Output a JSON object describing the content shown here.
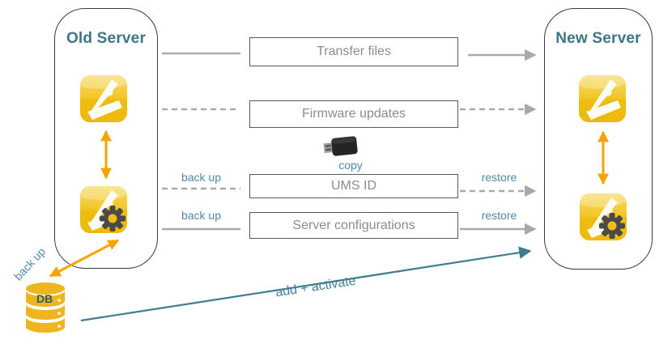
{
  "old_server": {
    "title": "Old Server"
  },
  "new_server": {
    "title": "New Server"
  },
  "flows": {
    "transfer_files": "Transfer files",
    "firmware_updates": "Firmware updates",
    "ums_id": "UMS ID",
    "server_configurations": "Server configurations"
  },
  "labels": {
    "back_up": "back up",
    "restore": "restore",
    "copy": "copy",
    "add_activate": "add + activate",
    "db": "DB"
  },
  "icons": {
    "old_top": "igel-ums-app-icon",
    "old_bottom": "igel-ums-config-icon",
    "new_top": "igel-ums-app-icon",
    "new_bottom": "igel-ums-config-icon",
    "middle": "usb-stick-icon",
    "bottom_left": "database-icon"
  },
  "colors": {
    "title_teal": "#3e7587",
    "label_teal": "#5089a5",
    "arrow_teal": "#3e7c8e",
    "orange": "#f5a400",
    "icon_yellow": "#efb90c",
    "gray_line": "#a9a9a9",
    "box_border": "#595959",
    "box_text": "#8c8c8c"
  }
}
